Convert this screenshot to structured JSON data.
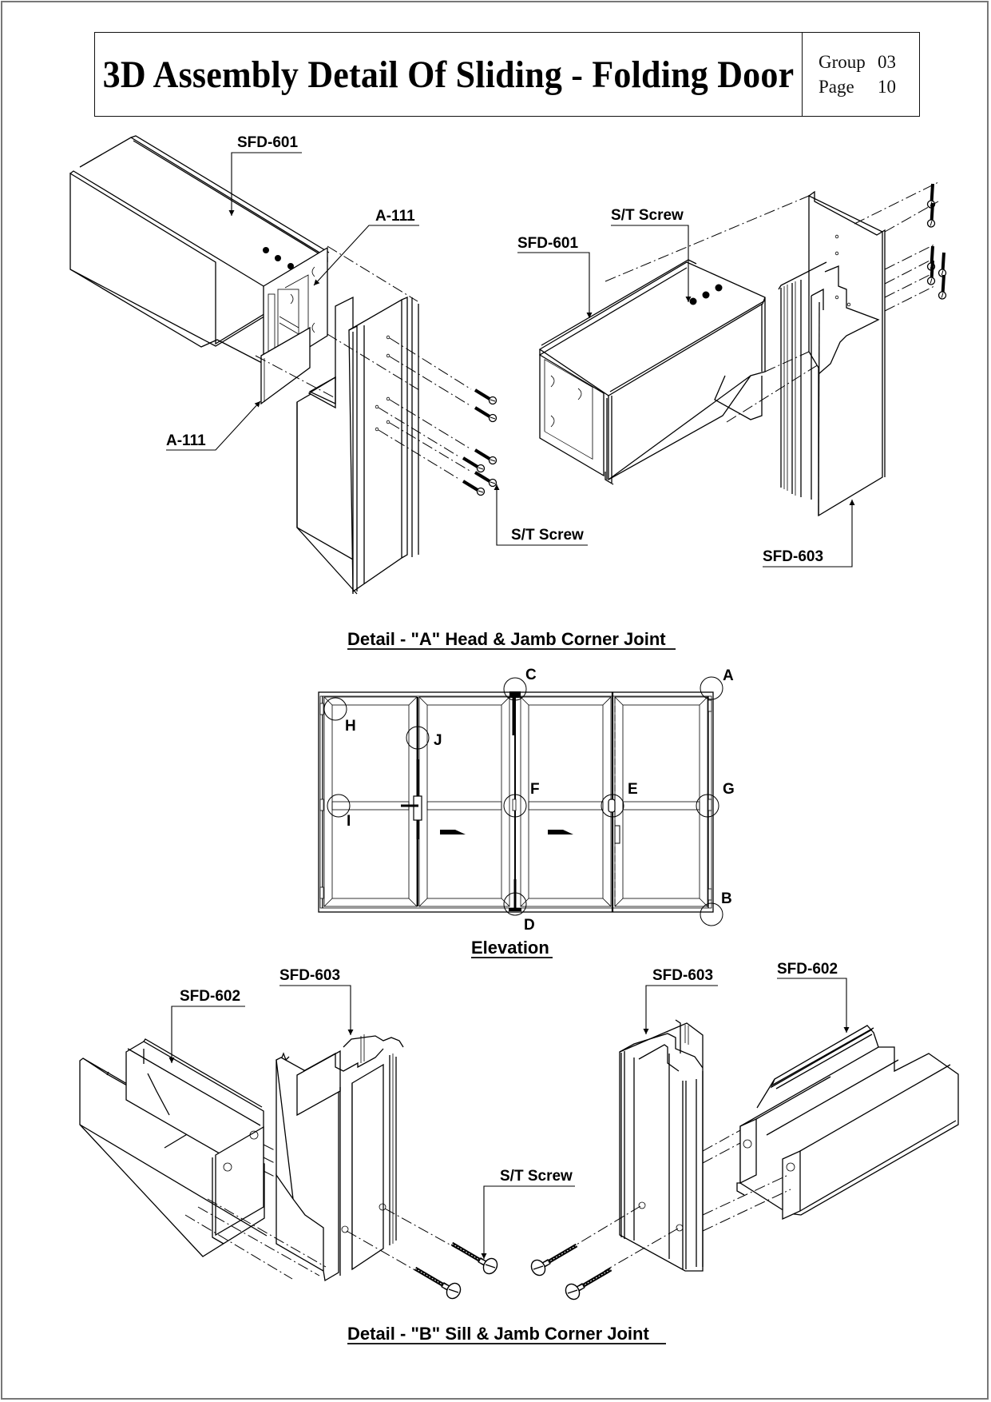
{
  "title_block": {
    "title": "3D Assembly Detail Of Sliding - Folding Door",
    "group_label": "Group",
    "group_value": "03",
    "page_label": "Page",
    "page_value": "10"
  },
  "detail_a": {
    "caption": "Detail - \"A\" Head & Jamb  Corner Joint",
    "left_view": {
      "labels": {
        "head_profile": "SFD-601",
        "corner_cleat_top": "A-111",
        "corner_cleat_bottom": "A-111",
        "screw": "S/T Screw"
      }
    },
    "right_view": {
      "labels": {
        "head_profile": "SFD-601",
        "screw": "S/T Screw",
        "jamb_profile": "SFD-603"
      }
    }
  },
  "elevation": {
    "caption": "Elevation",
    "detail_markers": [
      "A",
      "B",
      "C",
      "D",
      "E",
      "F",
      "G",
      "H",
      "I",
      "J"
    ],
    "panel_count": 4,
    "slide_direction": "right"
  },
  "detail_b": {
    "caption": "Detail - \"B\" Sill & Jamb  Corner Joint",
    "left_view": {
      "labels": {
        "sill_profile": "SFD-602",
        "jamb_profile": "SFD-603"
      }
    },
    "center_label": "S/T Screw",
    "right_view": {
      "labels": {
        "jamb_profile": "SFD-603",
        "sill_profile": "SFD-602"
      }
    }
  }
}
